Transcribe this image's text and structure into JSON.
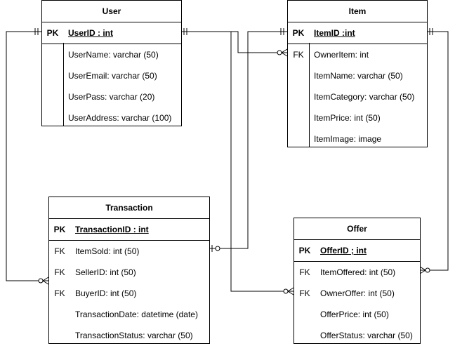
{
  "entities": {
    "user": {
      "title": "User",
      "pk": {
        "key": "PK",
        "name": "UserID  : int"
      },
      "attributes": [
        {
          "key": "",
          "name": "UserName: varchar (50)"
        },
        {
          "key": "",
          "name": "UserEmail: varchar (50)"
        },
        {
          "key": "",
          "name": "UserPass: varchar (20)"
        },
        {
          "key": "",
          "name": "UserAddress: varchar (100)"
        }
      ]
    },
    "item": {
      "title": "Item",
      "pk": {
        "key": "PK",
        "name": "ItemID :int"
      },
      "attributes": [
        {
          "key": "FK",
          "name": "OwnerItem: int"
        },
        {
          "key": "",
          "name": "ItemName: varchar (50)"
        },
        {
          "key": "",
          "name": "ItemCategory: varchar (50)"
        },
        {
          "key": "",
          "name": "ItemPrice: int (50)"
        },
        {
          "key": "",
          "name": "ItemImage: image"
        }
      ]
    },
    "transaction": {
      "title": "Transaction",
      "pk": {
        "key": "PK",
        "name": "TransactionID : int"
      },
      "attributes": [
        {
          "key": "FK",
          "name": "ItemSold: int (50)"
        },
        {
          "key": "FK",
          "name": "SellerID: int (50)"
        },
        {
          "key": "FK",
          "name": "BuyerID: int (50)"
        },
        {
          "key": "",
          "name": "TransactionDate: datetime (date)"
        },
        {
          "key": "",
          "name": "TransactionStatus: varchar (50)"
        }
      ]
    },
    "offer": {
      "title": "Offer",
      "pk": {
        "key": "PK",
        "name": "OfferID  ; int"
      },
      "attributes": [
        {
          "key": "FK",
          "name": "ItemOffered: int (50)"
        },
        {
          "key": "FK",
          "name": "OwnerOffer: int (50)"
        },
        {
          "key": "",
          "name": "OfferPrice: int (50)"
        },
        {
          "key": "",
          "name": "OfferStatus: varchar (50)"
        }
      ]
    }
  },
  "relationships": [
    {
      "name": "user-item-owner",
      "from": "User.UserID",
      "to": "Item.OwnerItem",
      "from_card": "one-and-only-one",
      "to_card": "zero-or-many"
    },
    {
      "name": "user-transaction",
      "from": "User.UserID",
      "to": "Transaction.SellerID",
      "from_card": "one-and-only-one",
      "to_card": "zero-or-many"
    },
    {
      "name": "item-transaction",
      "from": "Item.ItemID",
      "to": "Transaction.ItemSold",
      "from_card": "one-and-only-one",
      "to_card": "zero-or-one"
    },
    {
      "name": "item-offer",
      "from": "Item.ItemID",
      "to": "Offer.ItemOffered",
      "from_card": "one-and-only-one",
      "to_card": "zero-or-many"
    },
    {
      "name": "user-offer",
      "from": "User.UserID",
      "to": "Offer.OwnerOffer",
      "from_card": "one-and-only-one",
      "to_card": "zero-or-many"
    }
  ]
}
